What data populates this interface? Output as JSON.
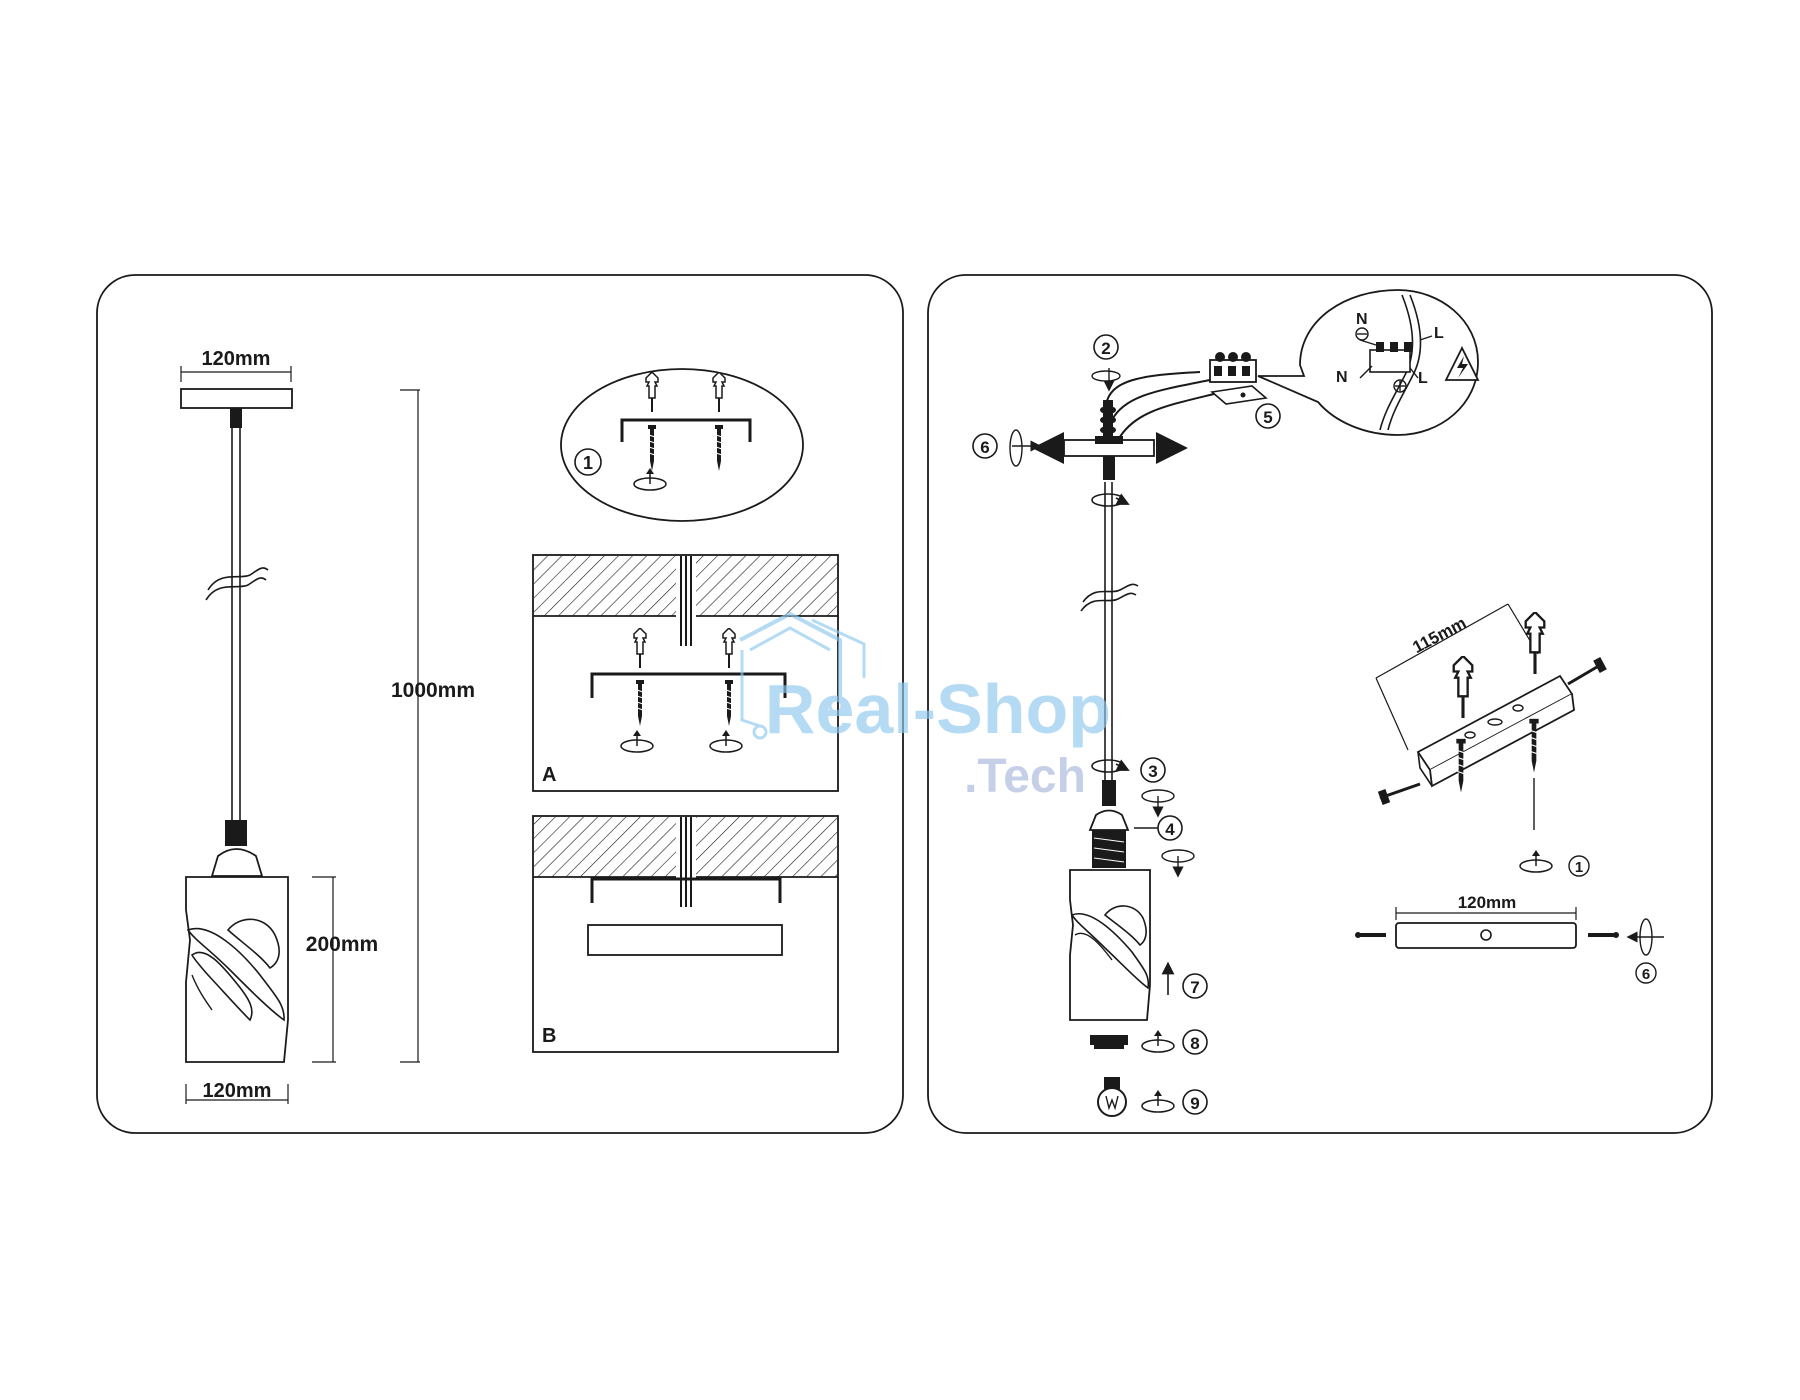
{
  "dimensions": {
    "canopy_width": "120mm",
    "total_height": "1000mm",
    "shade_height": "200mm",
    "shade_width": "120mm",
    "bracket_hole_spacing": "115mm",
    "bracket_length": "120mm"
  },
  "panels": {
    "mount_a": "A",
    "mount_b": "B"
  },
  "steps": [
    "1",
    "2",
    "3",
    "4",
    "5",
    "6",
    "7",
    "8",
    "9"
  ],
  "wiring": {
    "neutral_top": "N",
    "live_top": "L",
    "neutral_bottom": "N",
    "live_bottom": "L"
  },
  "watermark": {
    "line1": "Real-Shop",
    "line2": ".Tech",
    "color": "#8fc9ef"
  },
  "icons": [
    "electric-hazard-icon",
    "rotate-arrow-icon",
    "ground-symbol-icon",
    "light-bulb-icon"
  ],
  "colors": {
    "line": "#1a1a1a",
    "background": "#ffffff"
  }
}
